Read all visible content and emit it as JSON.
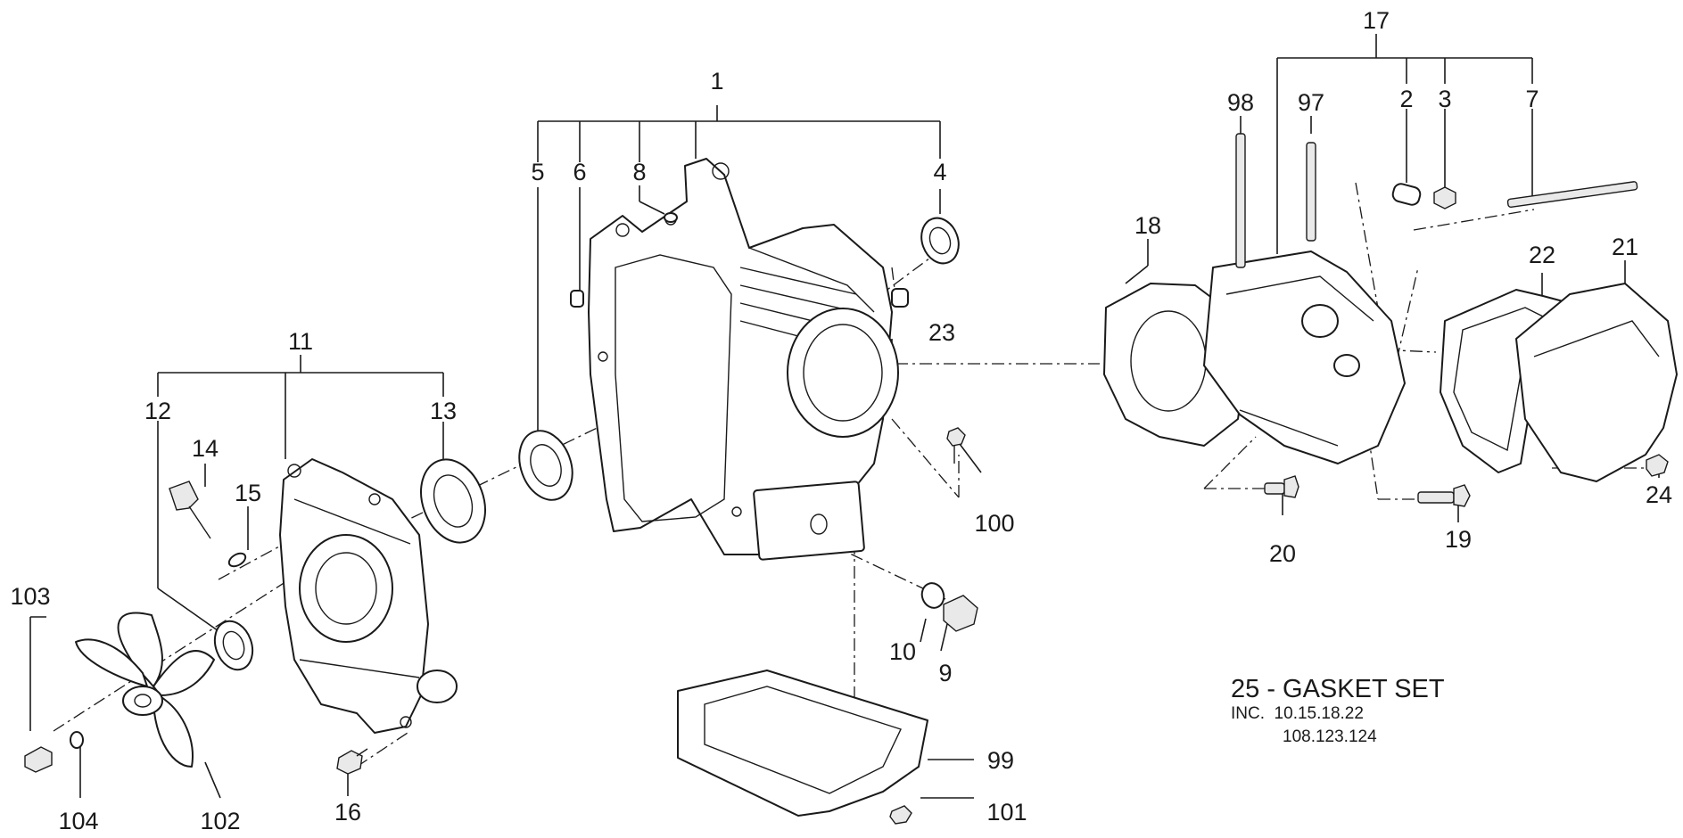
{
  "callouts": [
    {
      "id": "1",
      "label": "1"
    },
    {
      "id": "2",
      "label": "2"
    },
    {
      "id": "3",
      "label": "3"
    },
    {
      "id": "4",
      "label": "4"
    },
    {
      "id": "5",
      "label": "5"
    },
    {
      "id": "6",
      "label": "6"
    },
    {
      "id": "7",
      "label": "7"
    },
    {
      "id": "8",
      "label": "8"
    },
    {
      "id": "9",
      "label": "9"
    },
    {
      "id": "10",
      "label": "10"
    },
    {
      "id": "11",
      "label": "11"
    },
    {
      "id": "12",
      "label": "12"
    },
    {
      "id": "13",
      "label": "13"
    },
    {
      "id": "14",
      "label": "14"
    },
    {
      "id": "15",
      "label": "15"
    },
    {
      "id": "16",
      "label": "16"
    },
    {
      "id": "17",
      "label": "17"
    },
    {
      "id": "18",
      "label": "18"
    },
    {
      "id": "19",
      "label": "19"
    },
    {
      "id": "20",
      "label": "20"
    },
    {
      "id": "21",
      "label": "21"
    },
    {
      "id": "22",
      "label": "22"
    },
    {
      "id": "23",
      "label": "23"
    },
    {
      "id": "24",
      "label": "24"
    },
    {
      "id": "97",
      "label": "97"
    },
    {
      "id": "98",
      "label": "98"
    },
    {
      "id": "99",
      "label": "99"
    },
    {
      "id": "100",
      "label": "100"
    },
    {
      "id": "101",
      "label": "101"
    },
    {
      "id": "102",
      "label": "102"
    },
    {
      "id": "103",
      "label": "103"
    },
    {
      "id": "104",
      "label": "104"
    }
  ],
  "gasket_note": {
    "title": "25 - GASKET SET",
    "line1": "INC.  10.15.18.22",
    "line2": "108.123.124"
  }
}
